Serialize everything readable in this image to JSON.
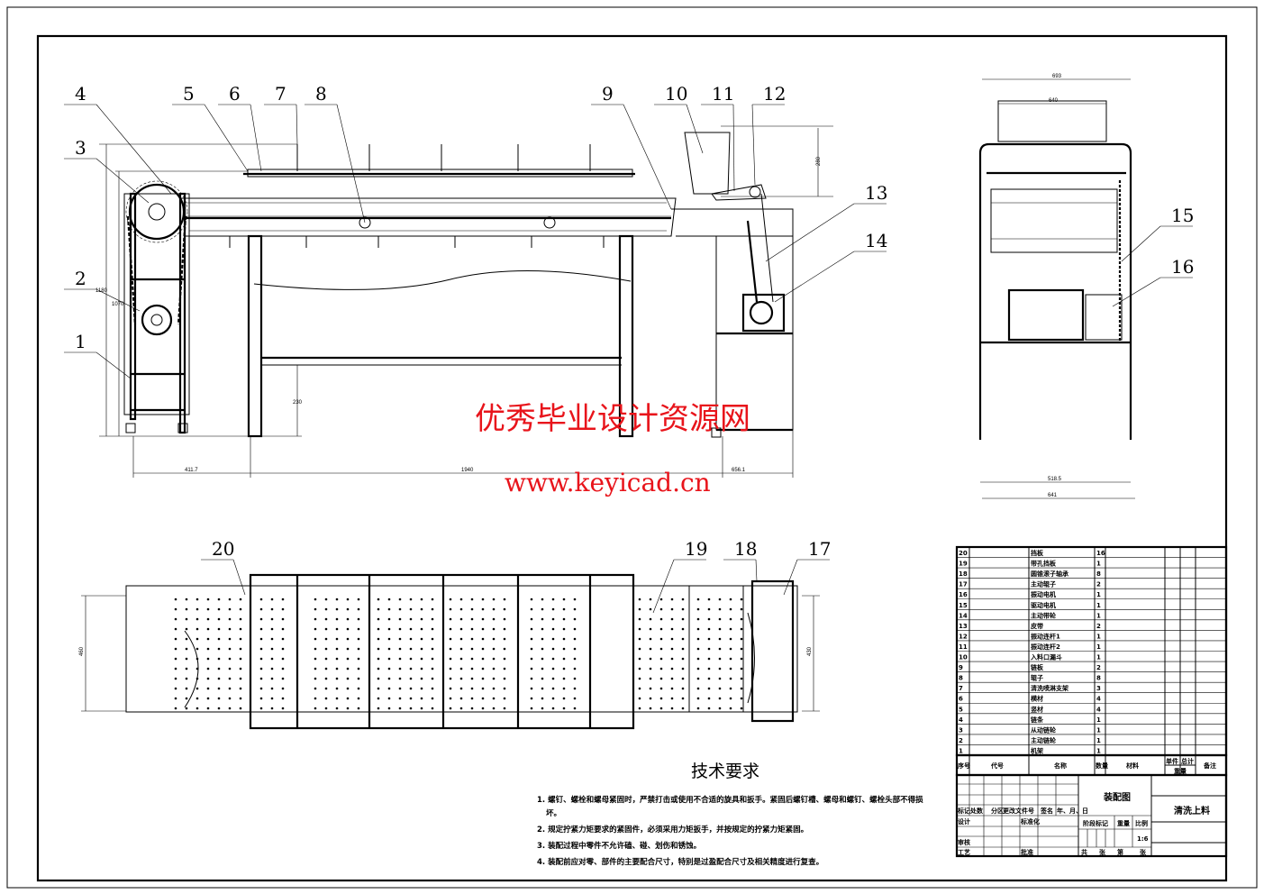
{
  "balloons": {
    "b1": "1",
    "b2": "2",
    "b3": "3",
    "b4": "4",
    "b5": "5",
    "b6": "6",
    "b7": "7",
    "b8": "8",
    "b9": "9",
    "b10": "10",
    "b11": "11",
    "b12": "12",
    "b13": "13",
    "b14": "14",
    "b15": "15",
    "b16": "16",
    "b17": "17",
    "b18": "18",
    "b19": "19",
    "b20": "20"
  },
  "dimensions": {
    "d_411": "411.7",
    "d_1940": "1940",
    "d_656": "656.1",
    "d_230": "230",
    "d_280": "280",
    "d_1180": "1180",
    "d_1070": "1070",
    "d_693": "693",
    "d_640": "640",
    "d_518": "518.5",
    "d_641": "641",
    "d_460": "460",
    "d_430": "430"
  },
  "watermark": {
    "line1": "优秀毕业设计资源网",
    "line2": "www.keyicad.cn"
  },
  "tech_requirements": {
    "title": "技术要求",
    "items": [
      "1. 螺钉、螺栓和螺母紧固时，严禁打击或使用不合适的旋具和扳手。紧固后螺钉槽、螺母和螺钉、螺栓头部不得损",
      "坏。",
      "2. 规定拧紧力矩要求的紧固件，必须采用力矩扳手，并按规定的拧紧力矩紧固。",
      "3. 装配过程中零件不允许磕、碰、划伤和锈蚀。",
      "4. 装配前应对零、部件的主要配合尺寸，特别是过盈配合尺寸及相关精度进行复查。"
    ]
  },
  "parts_list": [
    {
      "no": "20",
      "name": "挡板",
      "qty": "16"
    },
    {
      "no": "19",
      "name": "带孔挡板",
      "qty": "1"
    },
    {
      "no": "18",
      "name": "圆锥滚子轴承",
      "qty": "8"
    },
    {
      "no": "17",
      "name": "主动辊子",
      "qty": "2"
    },
    {
      "no": "16",
      "name": "振动电机",
      "qty": "1"
    },
    {
      "no": "15",
      "name": "驱动电机",
      "qty": "1"
    },
    {
      "no": "14",
      "name": "主动带轮",
      "qty": "1"
    },
    {
      "no": "13",
      "name": "皮带",
      "qty": "2"
    },
    {
      "no": "12",
      "name": "振动连杆1",
      "qty": "1"
    },
    {
      "no": "11",
      "name": "振动连杆2",
      "qty": "1"
    },
    {
      "no": "10",
      "name": "入料口漏斗",
      "qty": "1"
    },
    {
      "no": "9",
      "name": "链板",
      "qty": "2"
    },
    {
      "no": "8",
      "name": "辊子",
      "qty": "8"
    },
    {
      "no": "7",
      "name": "清洗喷淋支架",
      "qty": "3"
    },
    {
      "no": "6",
      "name": "横材",
      "qty": "4"
    },
    {
      "no": "5",
      "name": "竖材",
      "qty": "4"
    },
    {
      "no": "4",
      "name": "链条",
      "qty": "1"
    },
    {
      "no": "3",
      "name": "从动链轮",
      "qty": "1"
    },
    {
      "no": "2",
      "name": "主动链轮",
      "qty": "1"
    },
    {
      "no": "1",
      "name": "机架",
      "qty": "1"
    }
  ],
  "parts_header": {
    "no": "序号",
    "code": "代号",
    "name": "名称",
    "qty": "数量",
    "material": "材料",
    "single": "单件",
    "total": "总计",
    "weight": "重量",
    "remark": "备注"
  },
  "title_block": {
    "mark": "标记",
    "count": "处数",
    "zone": "分区",
    "doc": "更改文件号",
    "sign": "签名",
    "date": "年、月、日",
    "design": "设计",
    "standard": "标准化",
    "review": "审核",
    "process": "工艺",
    "approve": "批准",
    "stage": "阶段标记",
    "weight": "重量",
    "scale_label": "比例",
    "scale": "1:6",
    "drawing_type": "装配图",
    "drawing_name": "清洗上料",
    "total": "共",
    "sheets": "张",
    "page": "第",
    "sheet": "张"
  }
}
